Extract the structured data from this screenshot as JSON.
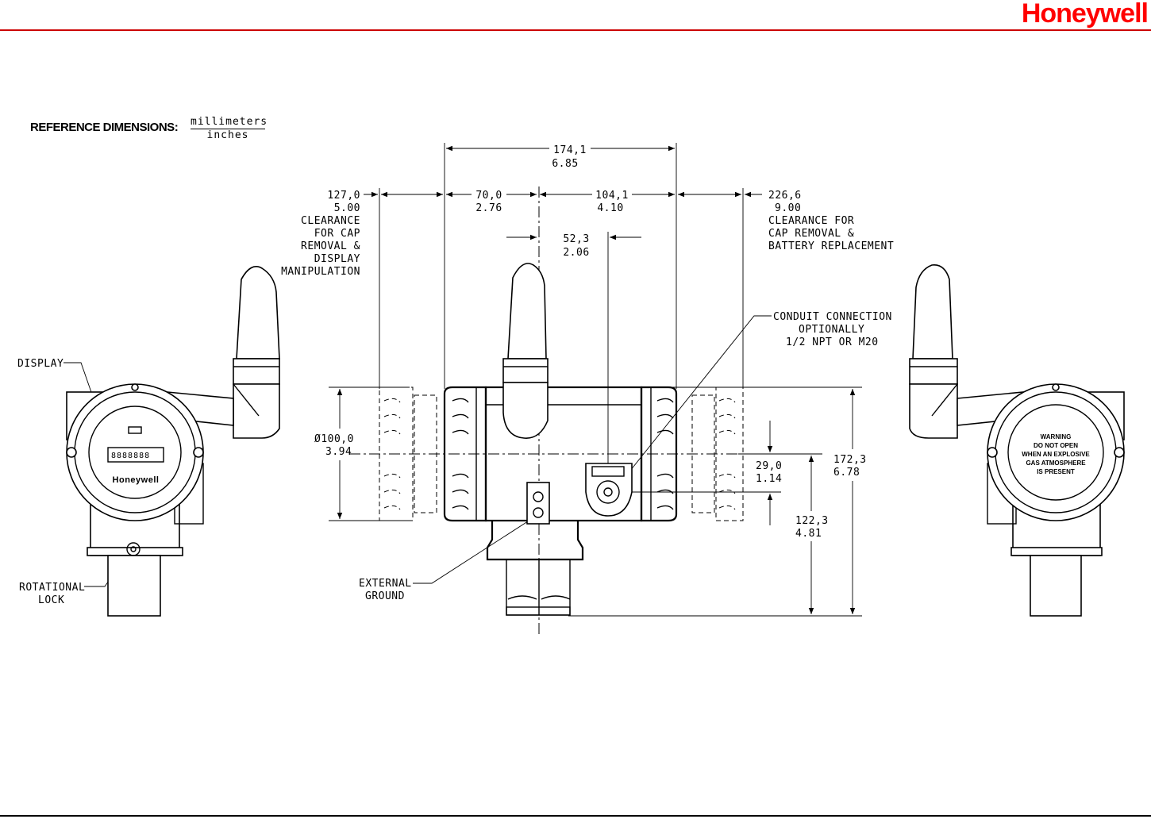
{
  "header": {
    "brand": "Honeywell"
  },
  "reference": {
    "label": "REFERENCE  DIMENSIONS:",
    "unit_top": "millimeters",
    "unit_bottom": "inches"
  },
  "dimensions": {
    "overall_width": {
      "mm": "174,1",
      "in": "6.85"
    },
    "left_clearance": {
      "mm": "127,0",
      "in": "5.00",
      "note": [
        "CLEARANCE",
        "FOR CAP",
        "REMOVAL &",
        "DISPLAY",
        "MANIPULATION"
      ]
    },
    "left_offset": {
      "mm": "70,0",
      "in": "2.76"
    },
    "right_offset": {
      "mm": "104,1",
      "in": "4.10"
    },
    "conduit_offset": {
      "mm": "52,3",
      "in": "2.06"
    },
    "right_clearance": {
      "mm": "226,6",
      "in": "9.00",
      "note": [
        "CLEARANCE FOR",
        "CAP REMOVAL &",
        "BATTERY REPLACEMENT"
      ]
    },
    "diameter": {
      "mm": "Ø100,0",
      "in": "3.94"
    },
    "conduit_height": {
      "mm": "29,0",
      "in": "1.14"
    },
    "lower_height": {
      "mm": "122,3",
      "in": "4.81"
    },
    "overall_height": {
      "mm": "172,3",
      "in": "6.78"
    }
  },
  "callouts": {
    "conduit": [
      "CONDUIT CONNECTION",
      "OPTIONALLY",
      "1/2 NPT OR M20"
    ],
    "display": "DISPLAY",
    "rotational_lock": [
      "ROTATIONAL",
      "LOCK"
    ],
    "external_ground": [
      "EXTERNAL",
      "GROUND"
    ]
  },
  "device_text": {
    "logo": "Honeywell",
    "warning": [
      "WARNING",
      "DO NOT OPEN",
      "WHEN AN EXPLOSIVE",
      "GAS ATMOSPHERE",
      "IS PRESENT"
    ]
  },
  "colors": {
    "brand": "#ff0000",
    "rule": "#cc0000",
    "lines": "#000000"
  }
}
